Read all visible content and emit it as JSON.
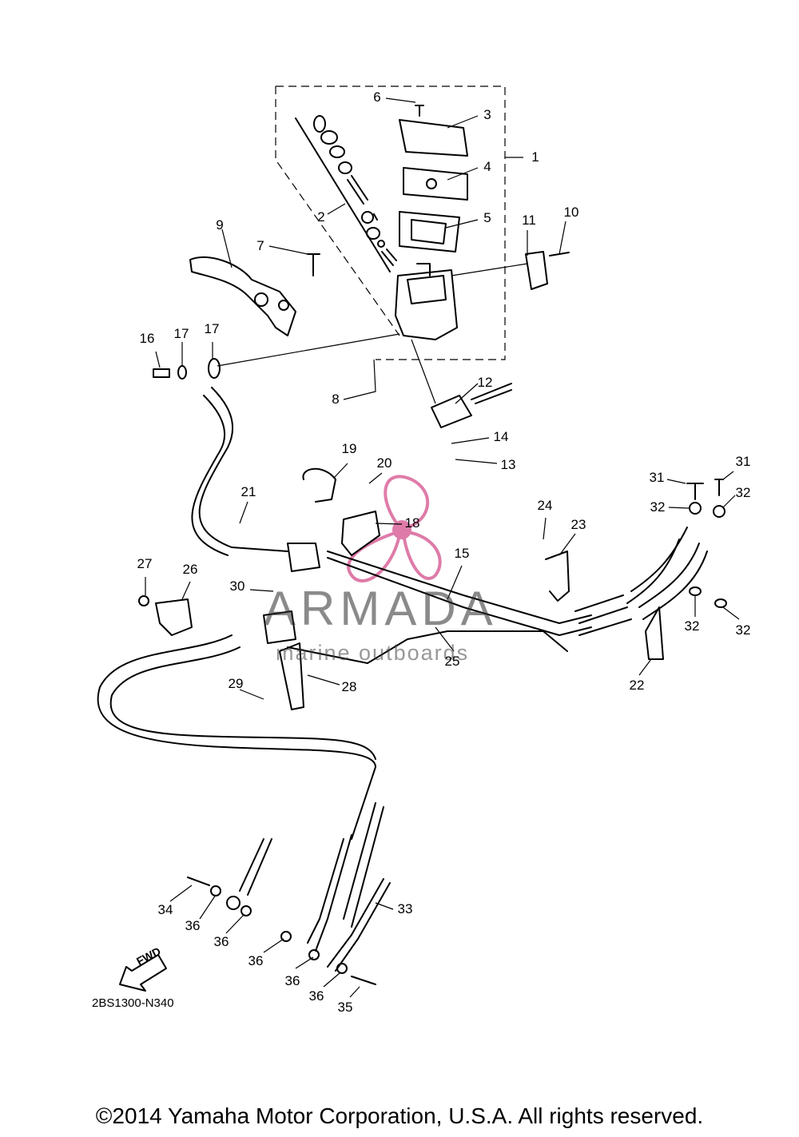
{
  "diagram": {
    "code": "2BS1300-N340",
    "copyright": "©2014 Yamaha Motor Corporation, U.S.A. All rights reserved.",
    "watermark": {
      "name": "ARMADA",
      "tagline": "marine outboards",
      "color": "#d9659a"
    },
    "fwd_arrow": "FWD",
    "callouts": [
      {
        "id": "1",
        "text": "1"
      },
      {
        "id": "2",
        "text": "2"
      },
      {
        "id": "3",
        "text": "3"
      },
      {
        "id": "4",
        "text": "4"
      },
      {
        "id": "5",
        "text": "5"
      },
      {
        "id": "6",
        "text": "6"
      },
      {
        "id": "7",
        "text": "7"
      },
      {
        "id": "8",
        "text": "8"
      },
      {
        "id": "9",
        "text": "9"
      },
      {
        "id": "10",
        "text": "10"
      },
      {
        "id": "11",
        "text": "11"
      },
      {
        "id": "12",
        "text": "12"
      },
      {
        "id": "13",
        "text": "13"
      },
      {
        "id": "14",
        "text": "14"
      },
      {
        "id": "15",
        "text": "15"
      },
      {
        "id": "16",
        "text": "16"
      },
      {
        "id": "17a",
        "text": "17"
      },
      {
        "id": "17b",
        "text": "17"
      },
      {
        "id": "18",
        "text": "18"
      },
      {
        "id": "19",
        "text": "19"
      },
      {
        "id": "20",
        "text": "20"
      },
      {
        "id": "21",
        "text": "21"
      },
      {
        "id": "22",
        "text": "22"
      },
      {
        "id": "23",
        "text": "23"
      },
      {
        "id": "24",
        "text": "24"
      },
      {
        "id": "25",
        "text": "25"
      },
      {
        "id": "26",
        "text": "26"
      },
      {
        "id": "27",
        "text": "27"
      },
      {
        "id": "28",
        "text": "28"
      },
      {
        "id": "29",
        "text": "29"
      },
      {
        "id": "30",
        "text": "30"
      },
      {
        "id": "31a",
        "text": "31"
      },
      {
        "id": "31b",
        "text": "31"
      },
      {
        "id": "32a",
        "text": "32"
      },
      {
        "id": "32b",
        "text": "32"
      },
      {
        "id": "32c",
        "text": "32"
      },
      {
        "id": "32d",
        "text": "32"
      },
      {
        "id": "33",
        "text": "33"
      },
      {
        "id": "34",
        "text": "34"
      },
      {
        "id": "35",
        "text": "35"
      },
      {
        "id": "36a",
        "text": "36"
      },
      {
        "id": "36b",
        "text": "36"
      },
      {
        "id": "36c",
        "text": "36"
      },
      {
        "id": "36d",
        "text": "36"
      },
      {
        "id": "36e",
        "text": "36"
      }
    ]
  }
}
